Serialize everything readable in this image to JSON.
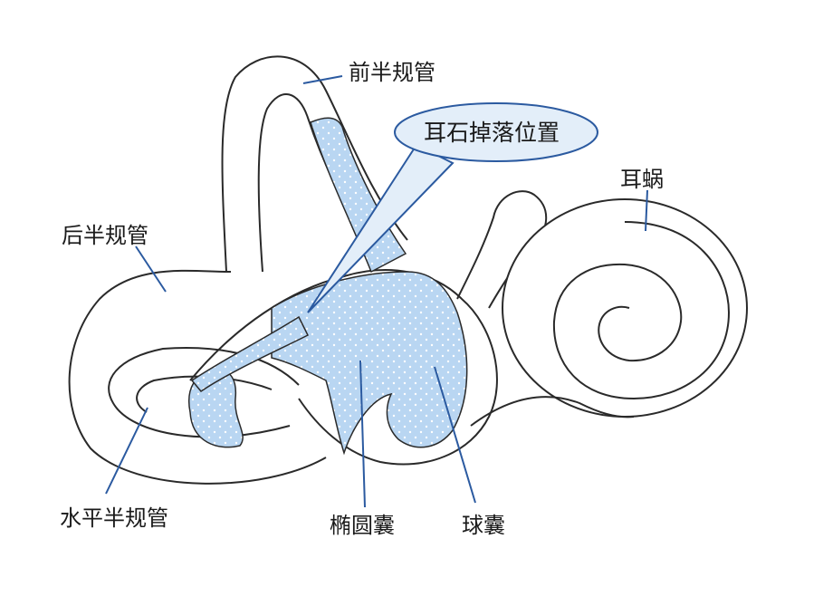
{
  "diagram": {
    "callout": "耳石掉落位置",
    "labels": {
      "anterior_canal": "前半规管",
      "posterior_canal": "后半规管",
      "horizontal_canal": "水平半规管",
      "utricle": "椭圆囊",
      "saccule": "球囊",
      "cochlea": "耳蜗"
    },
    "colors": {
      "fluid": "#b9d6f2",
      "outline": "#2a2a2a",
      "leader": "#2b5aa0",
      "callout_fill": "#e3eef9"
    }
  }
}
